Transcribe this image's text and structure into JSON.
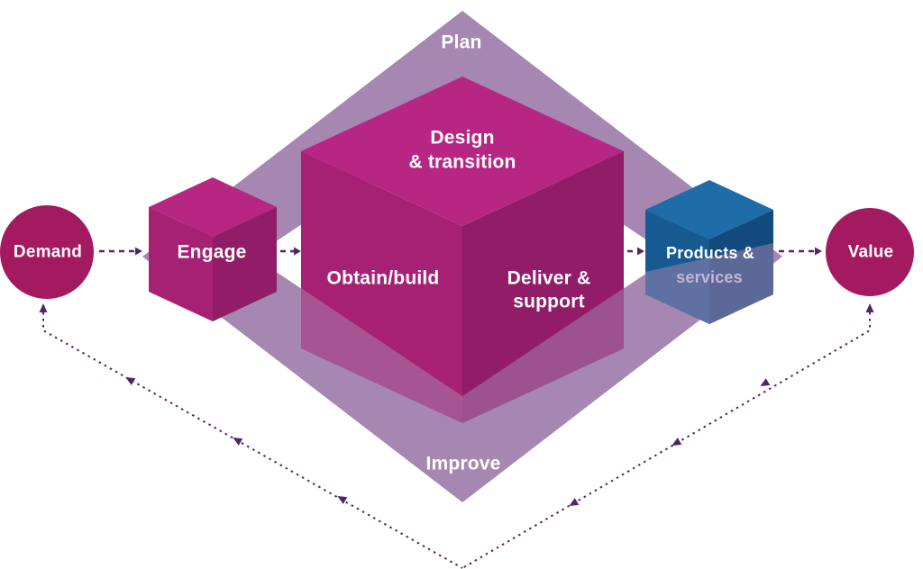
{
  "labels": {
    "plan": "Plan",
    "improve": "Improve",
    "demand": "Demand",
    "engage": "Engage",
    "design_line1": "Design",
    "design_line2": "& transition",
    "obtain_build": "Obtain/build",
    "deliver_line1": "Deliver &",
    "deliver_line2": "support",
    "products_line1": "Products &",
    "products_line2": "services",
    "value": "Value"
  },
  "colors": {
    "ring": "#a687b2",
    "magenta_top": "#b82684",
    "magenta_left": "#a62173",
    "magenta_right": "#911d68",
    "blue_top": "#1e6ca8",
    "blue_left": "#175a92",
    "blue_right": "#124a7e",
    "circle": "#a41a61",
    "arrow": "#53246a"
  }
}
